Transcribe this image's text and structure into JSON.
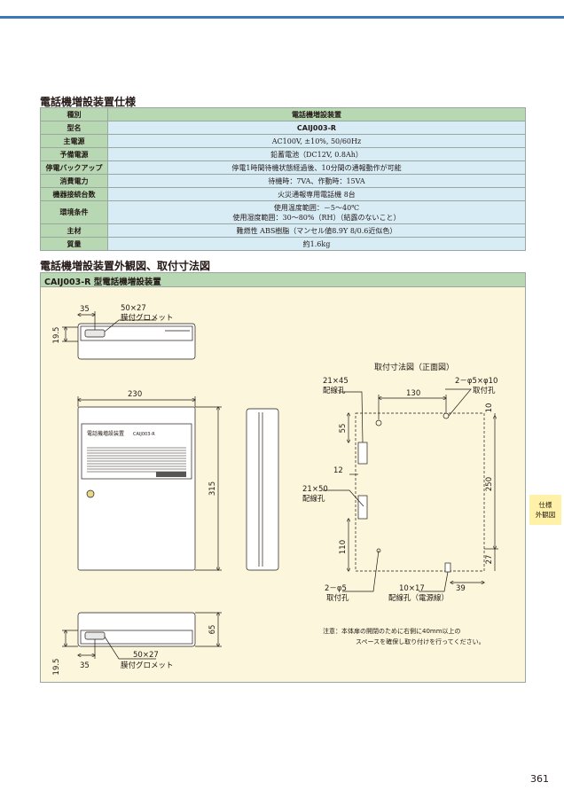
{
  "section1": {
    "title": "電話機増設装置仕様"
  },
  "spec_table": {
    "rows": [
      {
        "label": "種別",
        "value": "電話機増設装置"
      },
      {
        "label": "型名",
        "value": "CAIJ003-R"
      },
      {
        "label": "主電源",
        "value": "AC100V, ±10%, 50/60Hz"
      },
      {
        "label": "予備電源",
        "value": "鉛蓄電池（DC12V, 0.8Ah）"
      },
      {
        "label": "停電バックアップ",
        "value": "停電1時間待機状態経過後、10分間の通報動作が可能"
      },
      {
        "label": "消費電力",
        "value": "待機時：7VA、作動時：15VA"
      },
      {
        "label": "機器接続台数",
        "value": "火災通報専用電話機 8台"
      },
      {
        "label": "環境条件",
        "value_line1": "使用温度範囲：－5～40℃",
        "value_line2": "使用湿度範囲：30～80%（RH）（結露のないこと）"
      },
      {
        "label": "主材",
        "value": "難燃性 ABS樹脂（マンセル値8.9Y 8/0.6近似色）"
      },
      {
        "label": "質量",
        "value": "約1.6kg"
      }
    ]
  },
  "section2": {
    "title": "電話機増設装置外観図、取付寸法図"
  },
  "diagram": {
    "header": "CAIJ003-R 型電話機増設装置",
    "labels": {
      "dim_19_5_top": "19.5",
      "dim_35_top": "35",
      "dim_50x27_top": "50×27",
      "grommet_top": "膜付グロメット",
      "dim_230": "230",
      "dim_315": "315",
      "dim_65": "65",
      "dim_19_5_bottom": "19.5",
      "dim_35_bottom": "35",
      "dim_50x27_bottom": "50×27",
      "grommet_bottom": "膜付グロメット",
      "front_label": "電話機増設装置",
      "front_model": "CAIJ003-R",
      "mount_title": "取付寸法図（正面図）",
      "dim_21x45": "21×45",
      "wiring_hole_1": "配線孔",
      "dim_2phi5x10": "2－φ5×φ10",
      "mount_hole_1": "取付孔",
      "dim_130": "130",
      "dim_10": "10",
      "dim_55": "55",
      "dim_12": "12",
      "dim_21x50": "21×50",
      "wiring_hole_2": "配線孔",
      "dim_250": "250",
      "dim_110": "110",
      "dim_27": "27",
      "dim_2phi5": "2－φ5",
      "mount_hole_2": "取付孔",
      "dim_10x17": "10×17",
      "power_hole": "配線孔（電源線）",
      "dim_39": "39",
      "note_line1": "注意：本体扉の開閉のために右側に40mm以上の",
      "note_line2": "スペースを確保し取り付けを行ってください。"
    }
  },
  "side_tab": {
    "line1": "仕様",
    "line2": "外観図"
  },
  "page_number": "361",
  "colors": {
    "accent_blue": "#3a78b8",
    "header_green": "#b8d8b4",
    "cell_blue": "#d8ecf6",
    "diagram_bg": "#fbf6dc",
    "tab_yellow": "#fff2a8"
  }
}
